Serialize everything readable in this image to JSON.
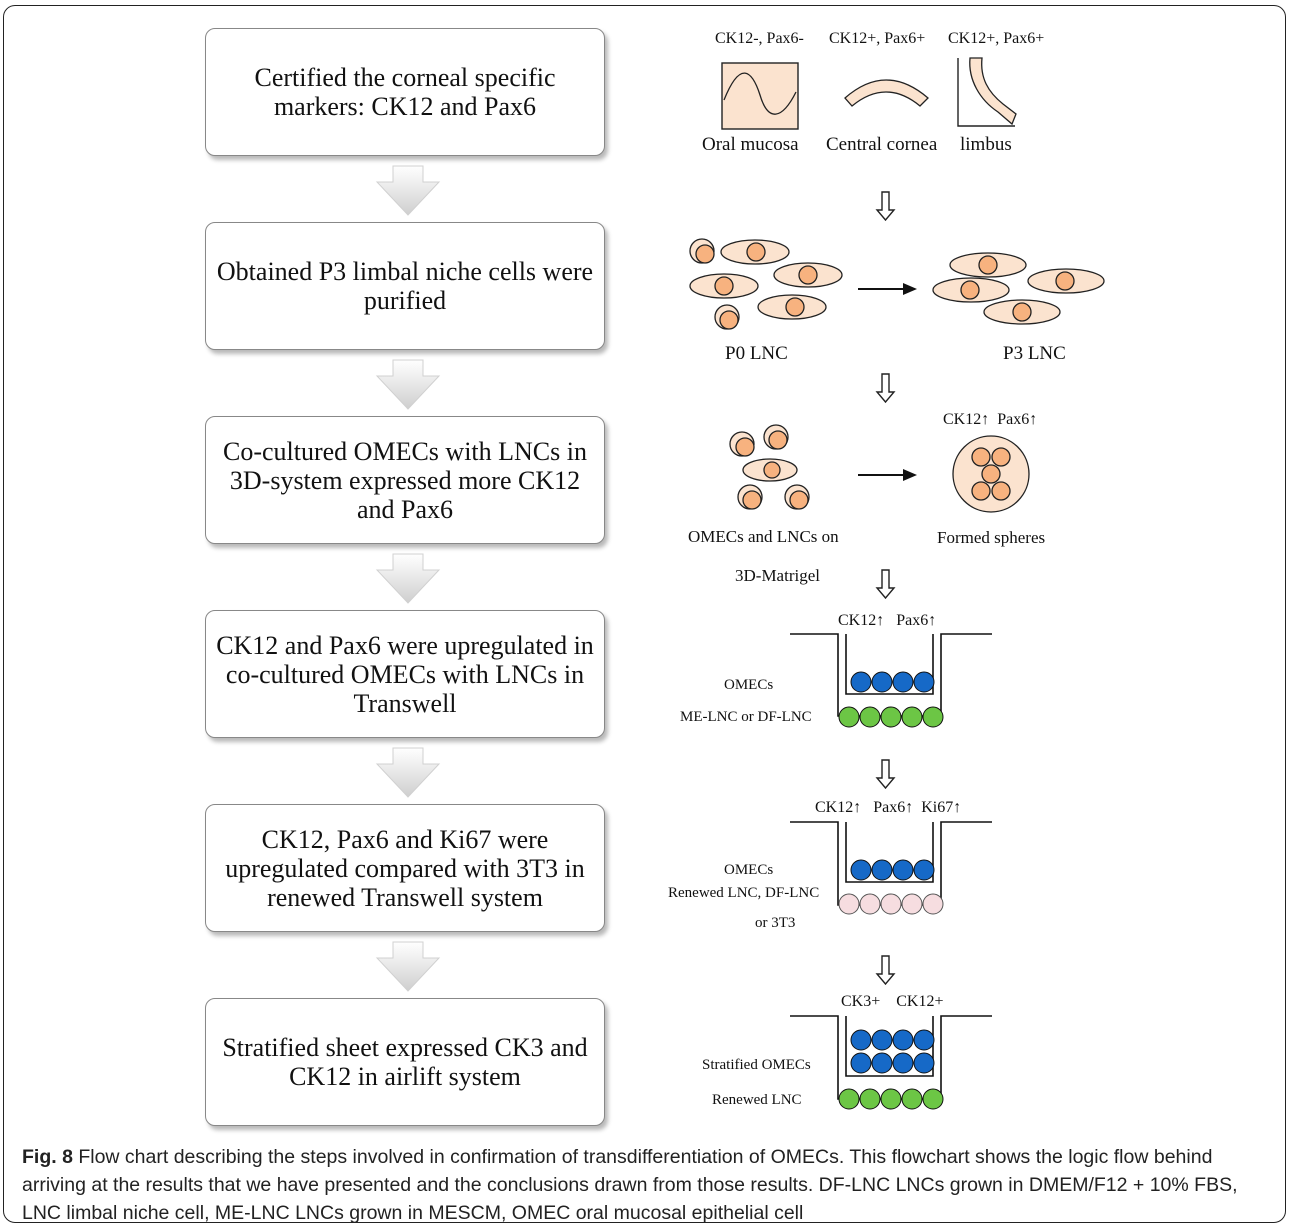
{
  "steps": [
    "Certified the corneal specific markers: CK12 and Pax6",
    "Obtained P3 limbal niche cells were purified",
    "Co-cultured OMECs with LNCs in 3D-system expressed more CK12 and Pax6",
    "CK12 and Pax6 were upregulated in co-cultured OMECs with LNCs in Transwell",
    "CK12, Pax6 and Ki67 were upregulated compared with 3T3 in renewed Transwell system",
    "Stratified sheet expressed CK3 and CK12 in airlift system"
  ],
  "panel1": {
    "markers": [
      "CK12-, Pax6-",
      "CK12+, Pax6+",
      "CK12+, Pax6+"
    ],
    "tissues": [
      "Oral mucosa",
      "Central cornea",
      "limbus"
    ]
  },
  "panel2": {
    "left": "P0 LNC",
    "right": "P3 LNC"
  },
  "panel3": {
    "markers": "CK12↑  Pax6↑",
    "left_line1": "OMECs and LNCs on",
    "left_line2": "3D-Matrigel",
    "right": "Formed spheres"
  },
  "panel4": {
    "markers": "CK12↑   Pax6↑",
    "top_cells": "OMECs",
    "bottom_cells": "ME-LNC or DF-LNC"
  },
  "panel5": {
    "markers": "CK12↑   Pax6↑  Ki67↑",
    "top_cells": "OMECs",
    "bottom_line1": "Renewed LNC, DF-LNC",
    "bottom_line2": "or 3T3"
  },
  "panel6": {
    "markers": "CK3+    CK12+",
    "top_cells": "Stratified OMECs",
    "bottom_cells": "Renewed LNC"
  },
  "caption": {
    "label": "Fig. 8",
    "text": "Flow chart describing the steps involved in confirmation of transdifferentiation of OMECs. This flowchart shows the logic flow behind arriving at the results that we have presented and the conclusions drawn from those results. DF-LNC LNCs grown in DMEM/F12 + 10% FBS, LNC limbal niche cell, ME-LNC LNCs grown in MESCM, OMEC oral mucosal epithelial cell"
  },
  "colors": {
    "cell_fill": "#fbe3cf",
    "nucleus": "#f7b27f",
    "omec_blue": "#1669c7",
    "lnc_green": "#6cc645",
    "pink": "#f6dde0"
  }
}
